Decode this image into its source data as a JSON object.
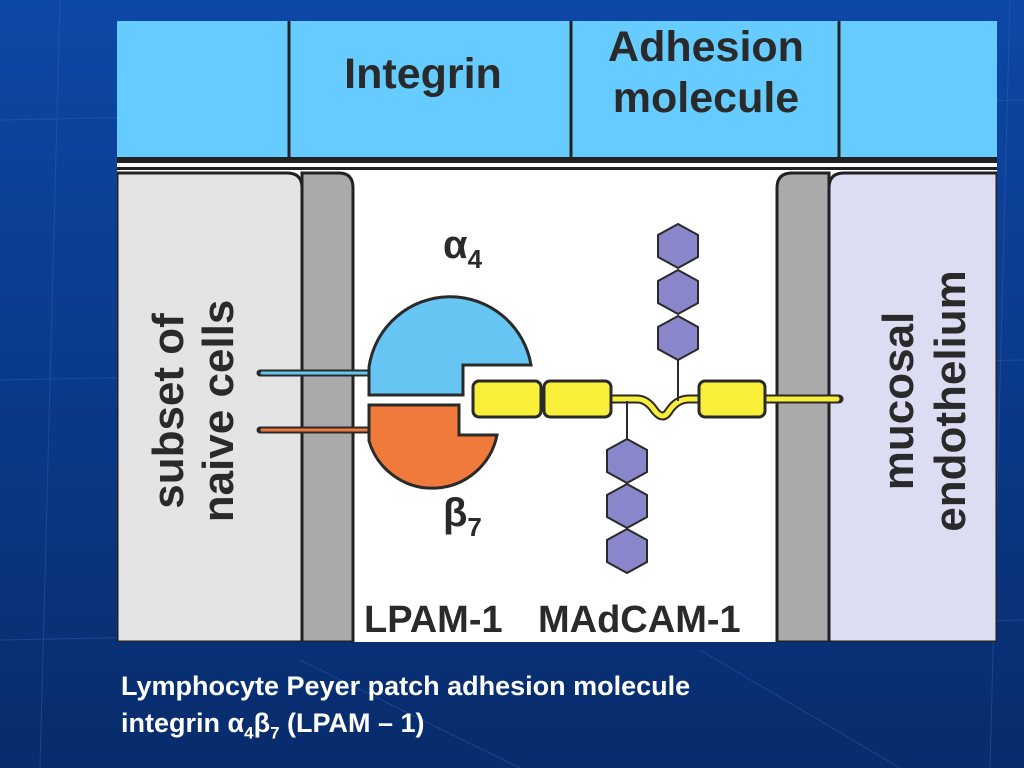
{
  "header": {
    "integrin_label": "Integrin",
    "adhesion_line1": "Adhesion",
    "adhesion_line2": "molecule"
  },
  "left_panel": {
    "line1": "subset of",
    "line2": "naive cells"
  },
  "right_panel": {
    "line1": "mucosal",
    "line2": "endothelium"
  },
  "subunits": {
    "alpha_symbol": "α",
    "alpha_index": "4",
    "beta_symbol": "β",
    "beta_index": "7"
  },
  "bottom_labels": {
    "lpam": "LPAM-1",
    "madcam": "MAdCAM-1"
  },
  "caption": {
    "line1": "Lymphocyte Peyer patch adhesion molecule",
    "line2_prefix": "integrin ",
    "alpha": "α",
    "alpha_sub": "4",
    "beta": "β",
    "beta_sub": "7",
    "line2_suffix": " (LPAM – 1)"
  },
  "colors": {
    "header_bg": "#66ccff",
    "left_cell_bg": "#e4e4e4",
    "membrane_gray": "#aaaaaa",
    "endothelium_bg": "#dcdcf2",
    "alpha_blue": "#66c5f3",
    "beta_orange": "#ef7a3c",
    "madcam_yellow": "#f9ef39",
    "sugar_purple": "#8a86cb",
    "slide_bg": "#0b3a86"
  }
}
